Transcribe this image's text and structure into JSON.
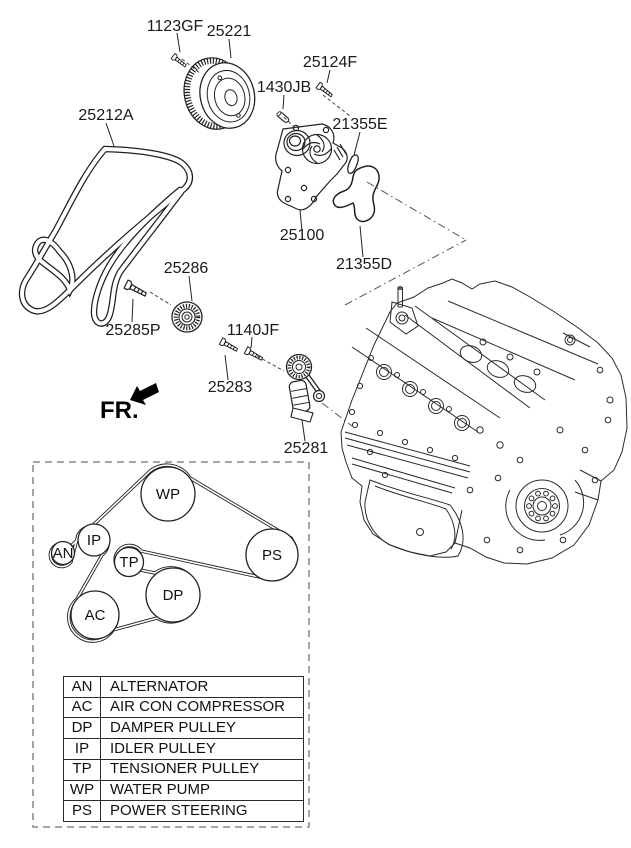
{
  "callouts": [
    "1123GF",
    "25221",
    "25124F",
    "1430JB",
    "25212A",
    "21355E",
    "25100",
    "21355D",
    "25286",
    "25285P",
    "1140JF",
    "25283",
    "25281"
  ],
  "fr_label": "FR.",
  "belt_diagram": {
    "pulleys": [
      "WP",
      "PS",
      "AN",
      "IP",
      "TP",
      "DP",
      "AC"
    ]
  },
  "legend": {
    "rows": [
      {
        "code": "AN",
        "name": "ALTERNATOR"
      },
      {
        "code": "AC",
        "name": "AIR CON COMPRESSOR"
      },
      {
        "code": "DP",
        "name": "DAMPER PULLEY"
      },
      {
        "code": "IP",
        "name": "IDLER PULLEY"
      },
      {
        "code": "TP",
        "name": "TENSIONER PULLEY"
      },
      {
        "code": "WP",
        "name": "WATER PUMP"
      },
      {
        "code": "PS",
        "name": "POWER STEERING"
      }
    ]
  },
  "colors": {
    "ink": "#1a1a1a",
    "dash_box": "#9a9a9a"
  }
}
